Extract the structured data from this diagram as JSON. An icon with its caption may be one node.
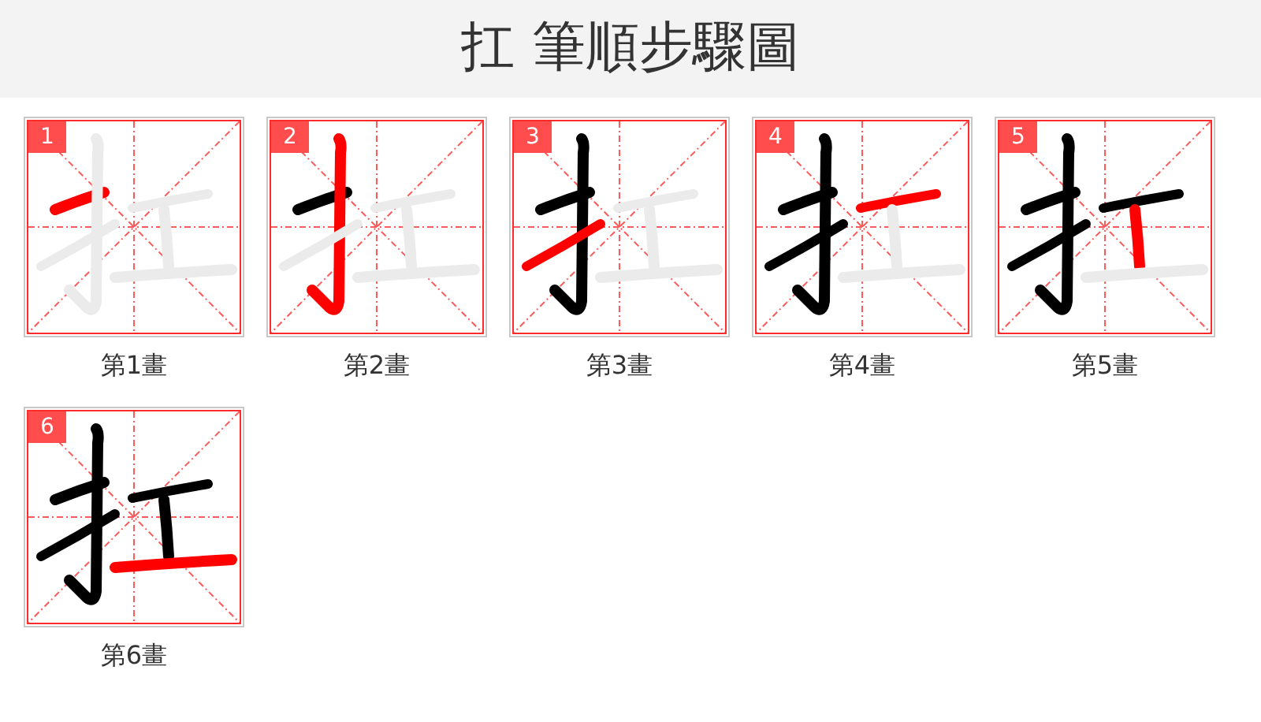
{
  "diagram": {
    "title": "扛 筆順步驟圖",
    "nodes": [
      {
        "text": [
          "1"
        ],
        "beside": [
          "第1畫"
        ]
      },
      {
        "text": [
          "2"
        ],
        "beside": [
          "第2畫"
        ]
      },
      {
        "text": [
          "3"
        ],
        "beside": [
          "第3畫"
        ]
      },
      {
        "text": [
          "4"
        ],
        "beside": [
          "第4畫"
        ]
      },
      {
        "text": [
          "5"
        ],
        "beside": [
          "第5畫"
        ]
      },
      {
        "text": [
          "6"
        ],
        "beside": [
          "第6畫"
        ]
      }
    ],
    "edges": []
  }
}
